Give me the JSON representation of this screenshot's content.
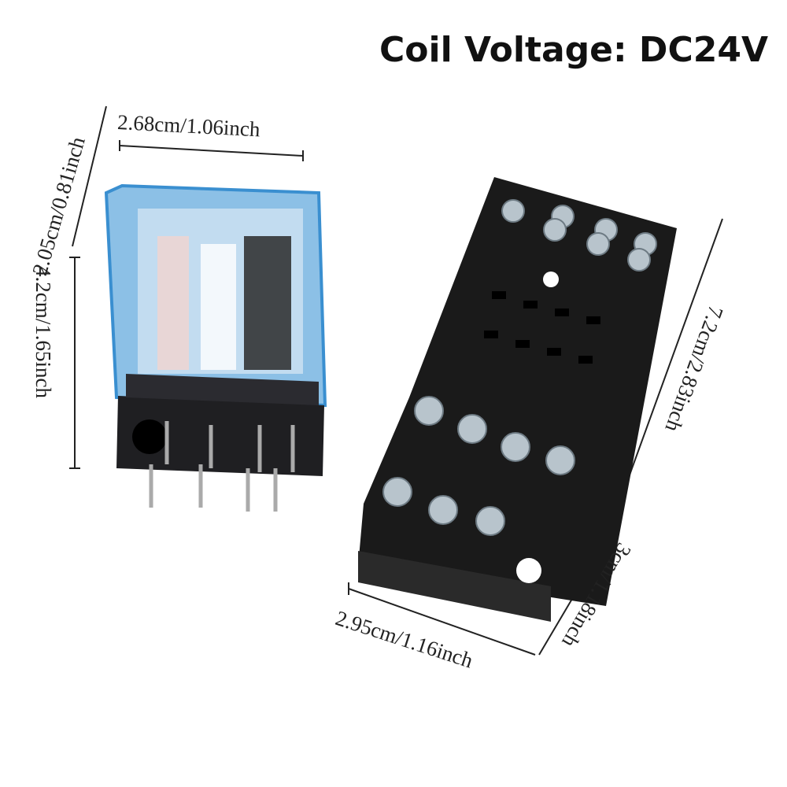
{
  "title": "Coil Voltage: DC24V",
  "dimensions": {
    "relay_width": "2.68cm/1.06inch",
    "relay_depth": "2.05cm/0.81inch",
    "relay_height": "4.2cm/1.65inch",
    "socket_length": "7.2cm/2.83inch",
    "socket_depth": "3cm/1.18inch",
    "socket_width": "2.95cm/1.16inch"
  },
  "colors": {
    "relay_cover": "#7fb6e0",
    "relay_base": "#1c1c1e",
    "socket": "#1a1a1a",
    "screws": "#b8c4cc"
  }
}
